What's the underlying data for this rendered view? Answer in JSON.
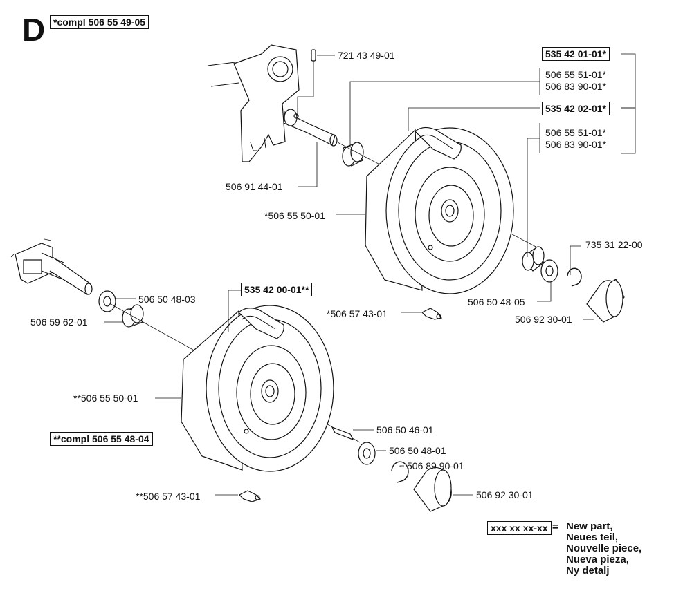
{
  "section_letter": "D",
  "assemblies": {
    "compl_top": "*compl 506 55 49-05",
    "compl_bottom": "**compl 506 55 48-04",
    "wheel_kit_a": "535 42 01-01*",
    "wheel_kit_b": "535 42 02-01*",
    "wheel_kit_c": "535 42 00-01**"
  },
  "labels": {
    "pin": "721 43 49-01",
    "kit_a_part1": "506 55 51-01*",
    "kit_a_part2": "506 83 90-01*",
    "kit_b_part1": "506 55 51-01*",
    "kit_b_part2": "506 83 90-01*",
    "axle_top": "506 91 44-01",
    "wheel_top": "*506 55 50-01",
    "circlip_top": "735 31 22-00",
    "washer_top": "506 50 48-05",
    "valve_top": "*506 57 43-01",
    "cap_top": "506 92 30-01",
    "washer_left": "506 50 48-03",
    "bushing_left": "506 59 62-01",
    "wheel_bottom": "**506 55 50-01",
    "key": "506 50 46-01",
    "washer_bottom": "506 50 48-01",
    "circlip_bottom": "506 89 90-01",
    "valve_bottom": "**506 57 43-01",
    "cap_bottom": "506 92 30-01"
  },
  "legend": {
    "code": "xxx xx xx-xx",
    "equals": "=",
    "lines": [
      "New part,",
      "Neues teil,",
      "Nouvelle piece,",
      "Nueva pieza,",
      "Ny detalj"
    ]
  }
}
